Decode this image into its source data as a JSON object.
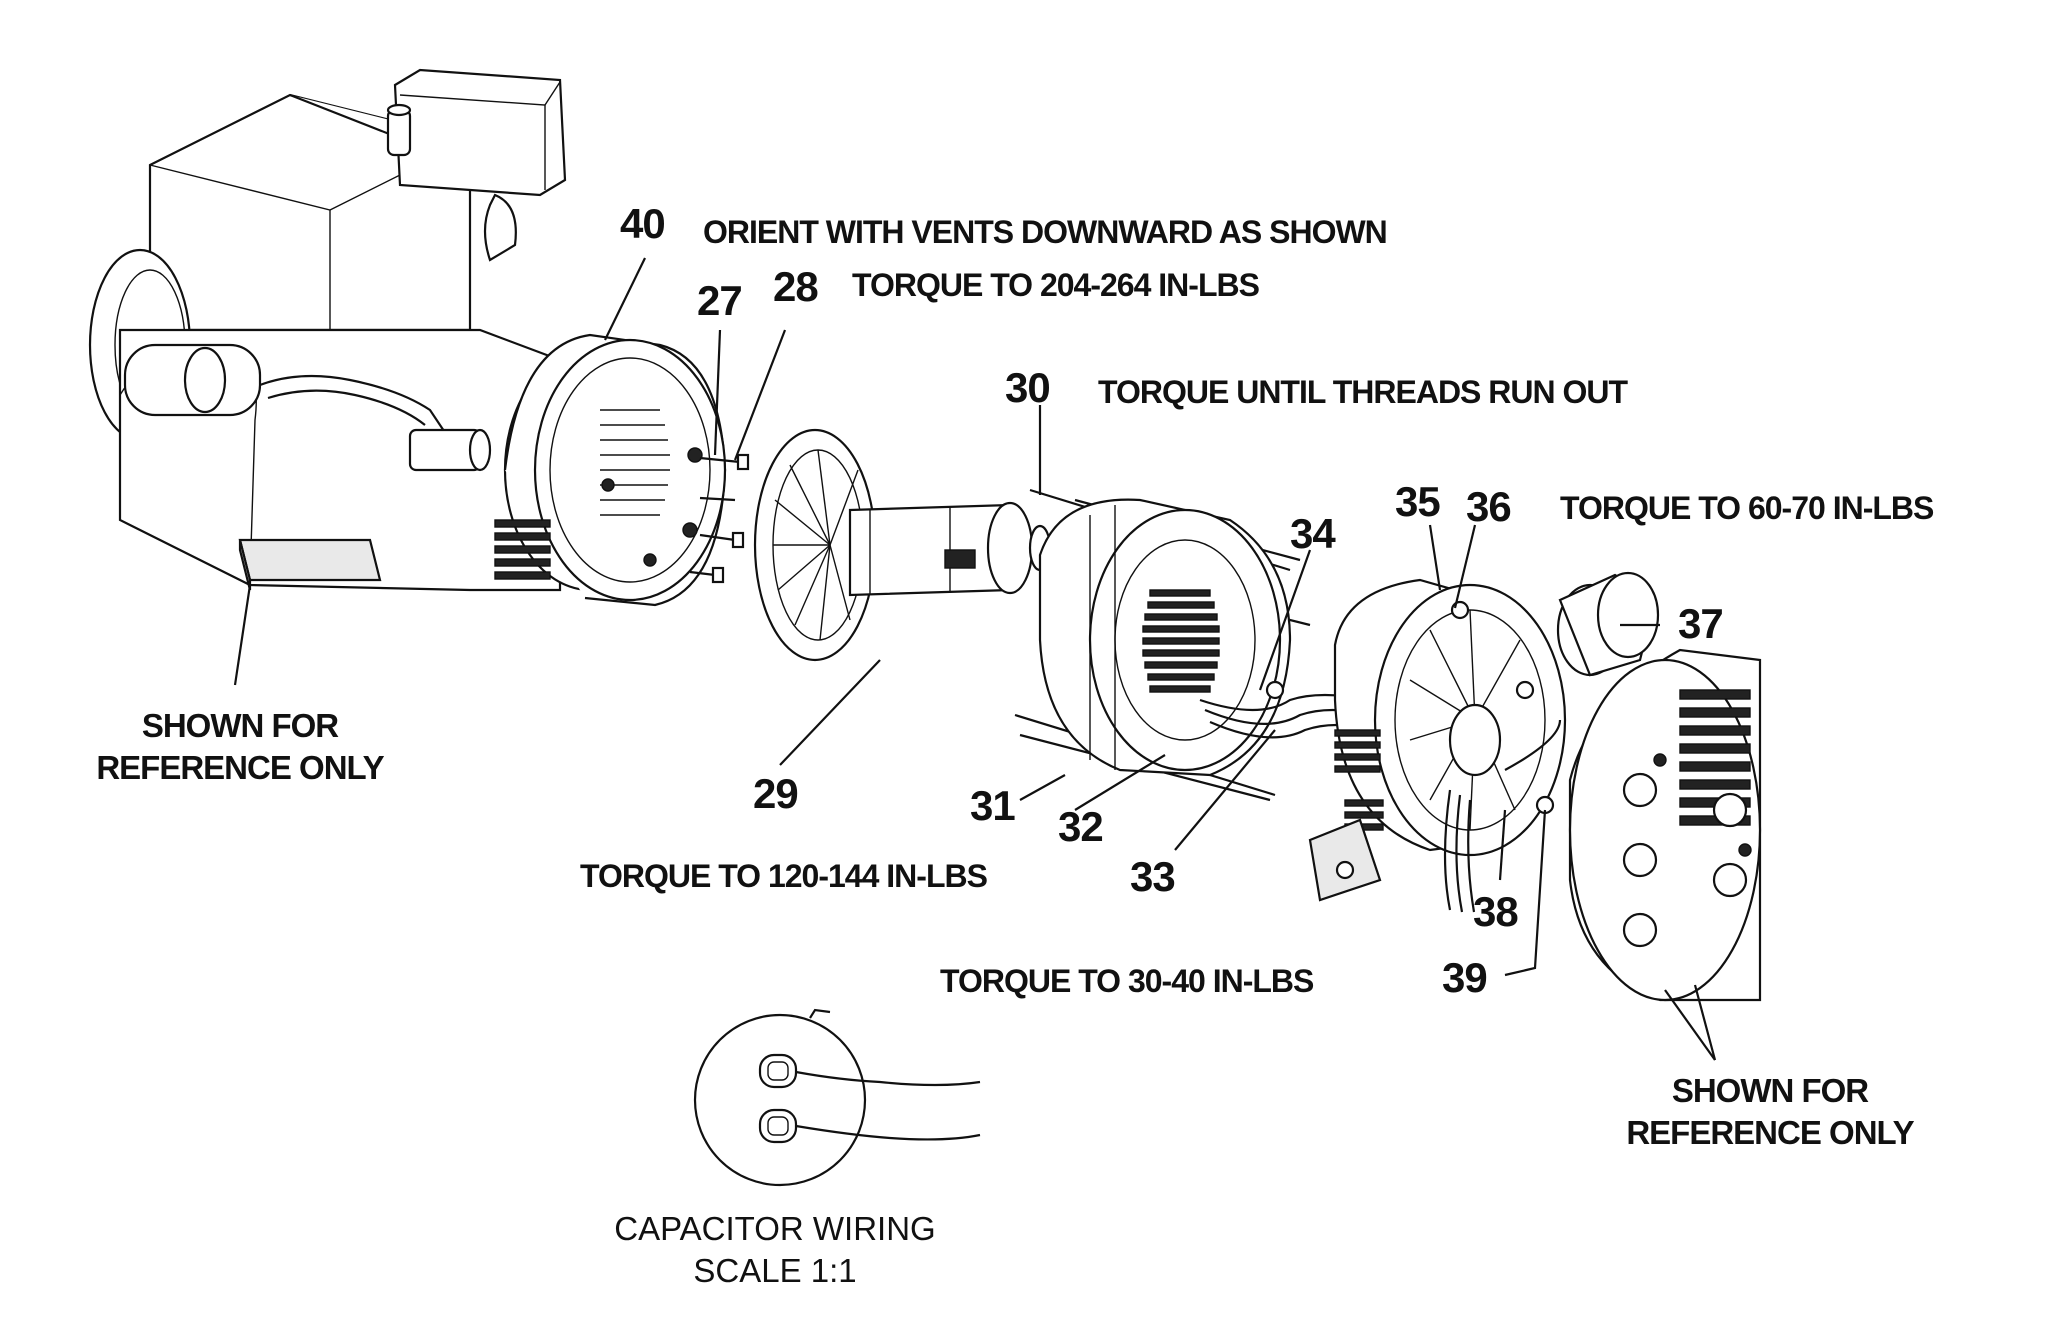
{
  "callouts": {
    "p27": "27",
    "p28": "28",
    "p29": "29",
    "p30": "30",
    "p31": "31",
    "p32": "32",
    "p33": "33",
    "p34": "34",
    "p35": "35",
    "p36": "36",
    "p37": "37",
    "p38": "38",
    "p39": "39",
    "p40": "40"
  },
  "notes": {
    "orient": "ORIENT WITH VENTS DOWNWARD AS SHOWN",
    "torque_204": "TORQUE TO 204-264 IN-LBS",
    "torque_threads": "TORQUE UNTIL THREADS RUN OUT",
    "torque_60": "TORQUE TO 60-70 IN-LBS",
    "torque_120": "TORQUE TO 120-144 IN-LBS",
    "torque_30": "TORQUE TO 30-40 IN-LBS"
  },
  "reference_left": {
    "line1": "SHOWN FOR",
    "line2": "REFERENCE ONLY"
  },
  "reference_right": {
    "line1": "SHOWN FOR",
    "line2": "REFERENCE ONLY"
  },
  "capacitor": {
    "line1": "CAPACITOR WIRING",
    "line2": "SCALE 1:1"
  }
}
